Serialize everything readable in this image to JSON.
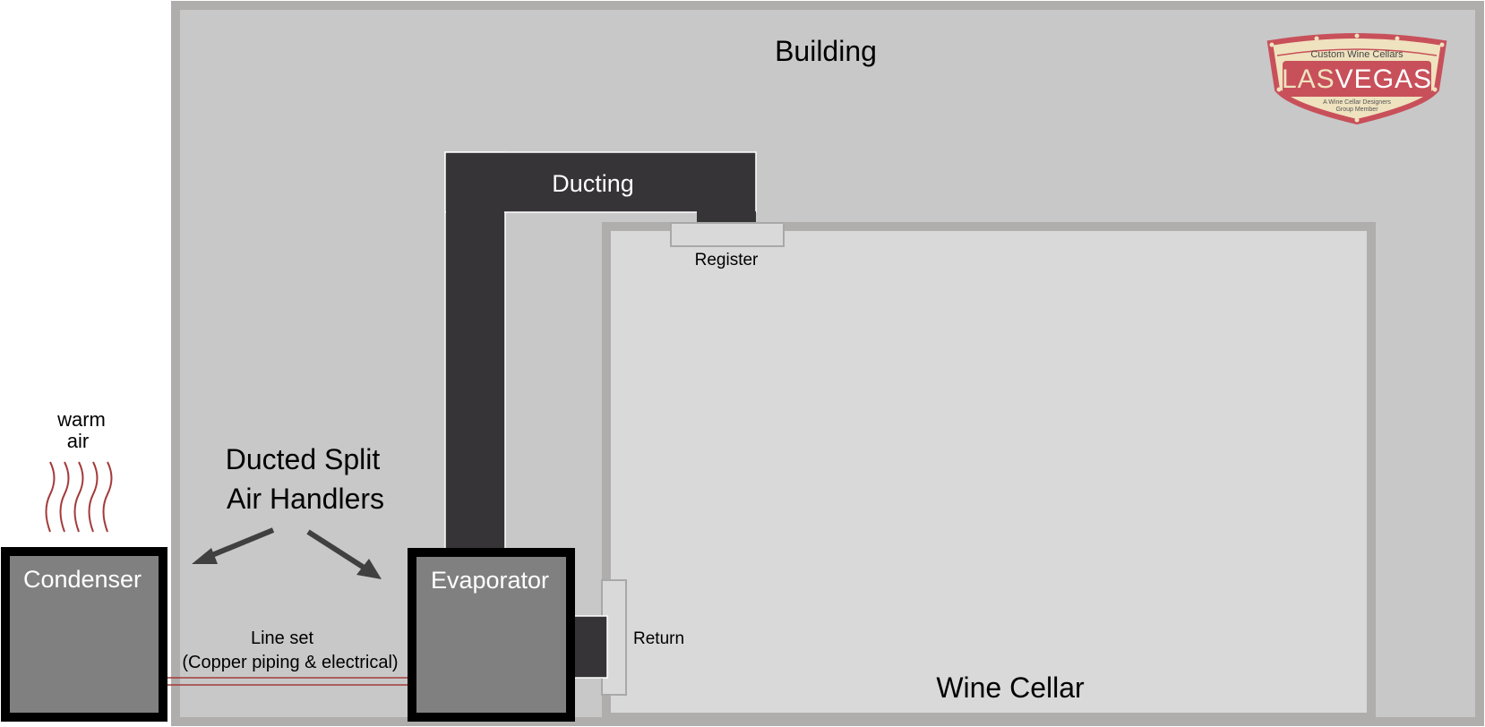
{
  "labels": {
    "building": "Building",
    "ducting": "Ducting",
    "register": "Register",
    "return": "Return",
    "wine_cellar": "Wine Cellar",
    "warm_air_line1": "warm",
    "warm_air_line2": "air",
    "air_handlers_line1": "Ducted Split",
    "air_handlers_line2": "Air Handlers",
    "condenser": "Condenser",
    "evaporator": "Evaporator",
    "line_set_line1": "Line set",
    "line_set_line2": "(Copper piping & electrical)"
  },
  "logo": {
    "top_text": "Custom Wine Cellars",
    "main_text_a": "LAS",
    "main_text_b": "VEGAS",
    "sub_text_line1": "A Wine Cellar Designers",
    "sub_text_line2": "Group Member"
  },
  "colors": {
    "building_fill": "#c8c8c8",
    "building_border": "#b0adad",
    "cellar_fill": "#d9d9d9",
    "duct": "#363436",
    "unit_fill": "#808080",
    "unit_border": "#000000",
    "line_set": "#a33a3a",
    "arrow": "#404040",
    "logo_red": "#c8505a",
    "logo_cream": "#efe2bf"
  }
}
